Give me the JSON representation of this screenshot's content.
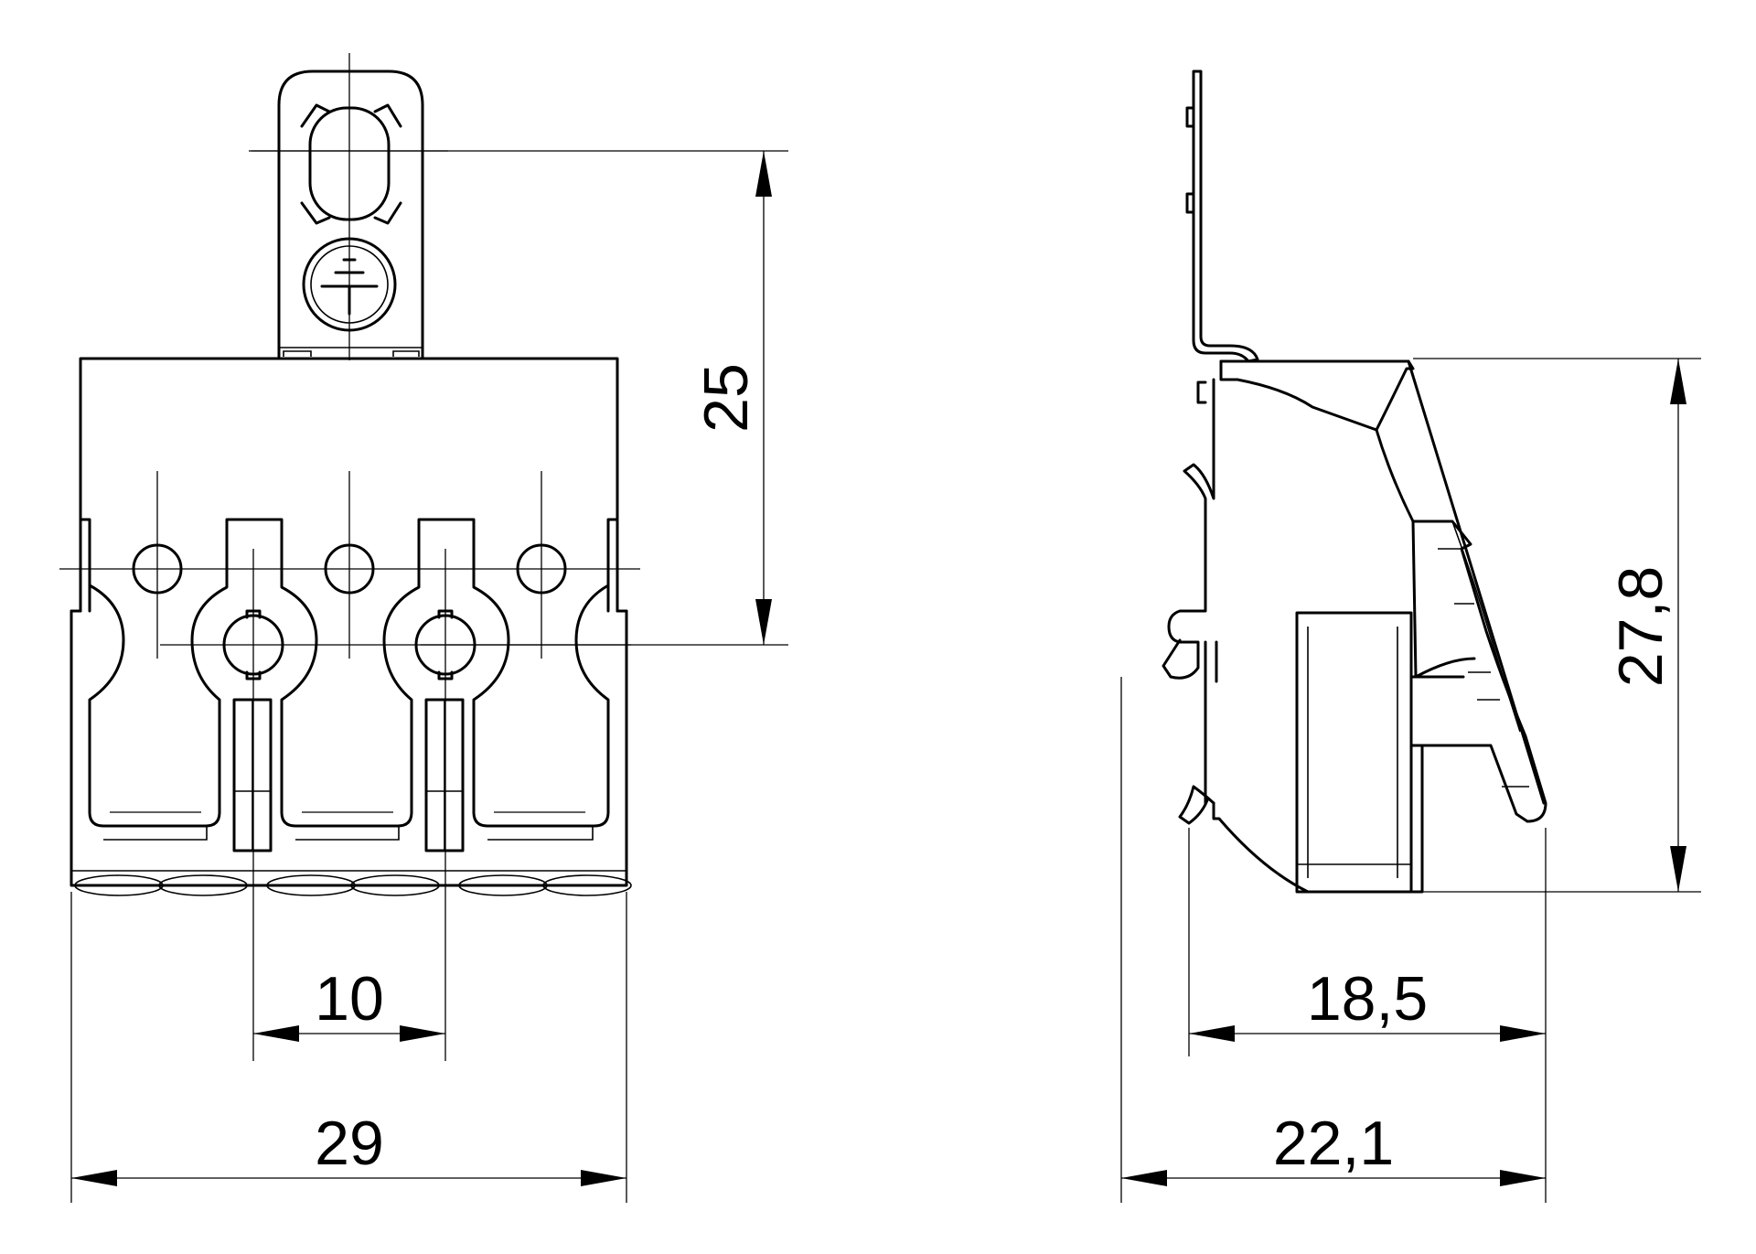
{
  "dimensions": {
    "front_height": "25",
    "front_pitch": "10",
    "front_width": "29",
    "side_height": "27,8",
    "side_depth_inner": "18,5",
    "side_depth_total": "22,1"
  }
}
